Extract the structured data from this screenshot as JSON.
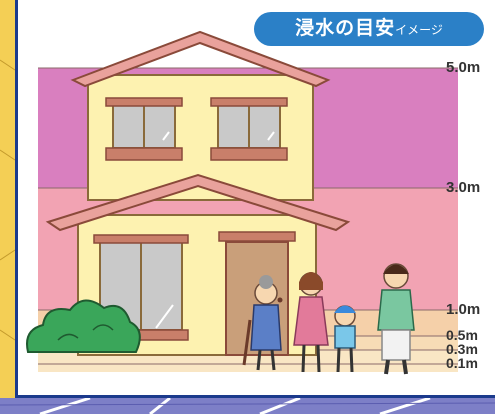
{
  "title": {
    "main": "浸水の目安",
    "suffix": "イメージ"
  },
  "levels": [
    {
      "label": "5.0m",
      "value": 5.0
    },
    {
      "label": "3.0m",
      "value": 3.0
    },
    {
      "label": "1.0m",
      "value": 1.0
    },
    {
      "label": "0.5m",
      "value": 0.5
    },
    {
      "label": "0.3m",
      "value": 0.3
    },
    {
      "label": "0.1m",
      "value": 0.1
    }
  ],
  "colors": {
    "band_above_3m": "#d97fbf",
    "band_1_to_3m": "#f2a3b3",
    "band_below_1m": "#f5d0a9",
    "title_badge": "#2b80c7",
    "frame": "#1b3a8c",
    "house_wall": "#fdf2b0",
    "roof": "#e9a29c"
  }
}
